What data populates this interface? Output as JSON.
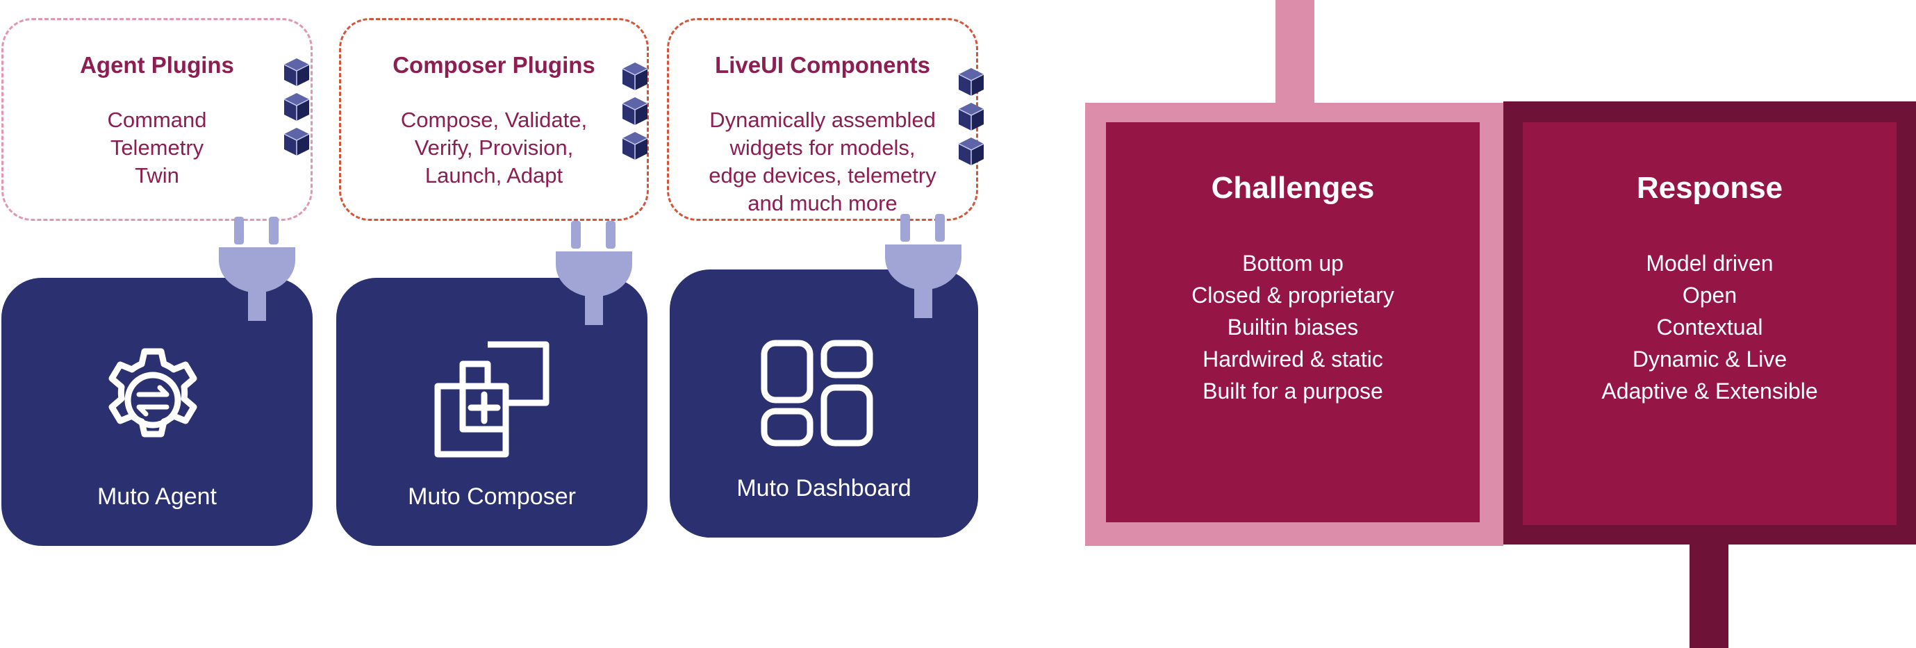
{
  "plugins": [
    {
      "title": "Agent Plugins",
      "lines": [
        "Command",
        "Telemetry",
        "Twin"
      ]
    },
    {
      "title": "Composer Plugins",
      "lines": [
        "Compose, Validate,",
        "Verify, Provision,",
        "Launch, Adapt"
      ]
    },
    {
      "title": "LiveUI Components",
      "lines": [
        "Dynamically assembled",
        "widgets for models,",
        "edge devices, telemetry",
        "and much more"
      ]
    }
  ],
  "cards": [
    {
      "label": "Muto Agent",
      "icon": "gear-exchange-icon"
    },
    {
      "label": "Muto Composer",
      "icon": "add-layers-icon"
    },
    {
      "label": "Muto Dashboard",
      "icon": "dashboard-grid-icon"
    }
  ],
  "challenges": {
    "title": "Challenges",
    "lines": [
      "Bottom up",
      "Closed & proprietary",
      "Builtin biases",
      "Hardwired & static",
      "Built for a purpose"
    ]
  },
  "response": {
    "title": "Response",
    "lines": [
      "Model driven",
      "Open",
      "Contextual",
      "Dynamic & Live",
      "Adaptive & Extensible"
    ]
  },
  "colors": {
    "navy": "#2b3170",
    "plum_text": "#8c1e52",
    "dashed_orange": "#d2573a",
    "dashed_pink": "#e396b0",
    "plug": "#a0a5d6",
    "panel": "#951645",
    "challenges_frame": "#db8daa",
    "response_frame": "#6e1238",
    "cube": "#2b3170"
  }
}
